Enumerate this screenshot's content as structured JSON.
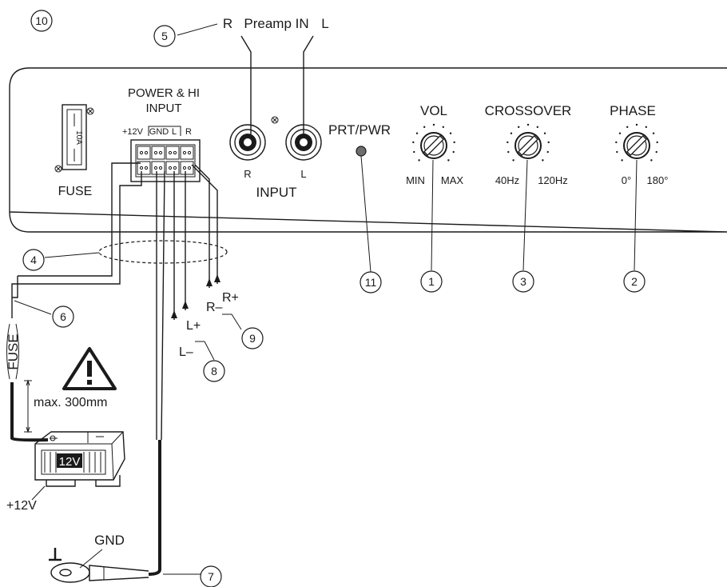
{
  "labels": {
    "preamp_in": "Preamp IN",
    "preamp_r": "R",
    "preamp_l": "L",
    "power_hi_line1": "POWER & HI",
    "power_hi_line2": "INPUT",
    "pin_12v": "+12V",
    "pin_gnd": "GND",
    "pin_l": "L",
    "pin_r": "R",
    "fuse_rating": "10A",
    "fuse": "FUSE",
    "rca_r": "R",
    "rca_l": "L",
    "input": "INPUT",
    "prt_pwr": "PRT/PWR",
    "vol": "VOL",
    "vol_min": "MIN",
    "vol_max": "MAX",
    "crossover": "CROSSOVER",
    "xo_min": "40Hz",
    "xo_max": "120Hz",
    "phase": "PHASE",
    "phase_min": "0°",
    "phase_max": "180°",
    "wire_fuse": "FUSE",
    "max_len": "max. 300mm",
    "battery_label": "12V",
    "battery_voltage": "+12V",
    "gnd": "GND",
    "l_plus": "L+",
    "l_minus": "L–",
    "r_plus": "R+",
    "r_minus": "R–"
  },
  "callouts": {
    "c1": "1",
    "c2": "2",
    "c3": "3",
    "c4": "4",
    "c5": "5",
    "c6": "6",
    "c7": "7",
    "c8": "8",
    "c9": "9",
    "c10": "10",
    "c11": "11"
  },
  "colors": {
    "line": "#1a1a1a",
    "led": "#6e6e6e",
    "background": "#ffffff"
  }
}
